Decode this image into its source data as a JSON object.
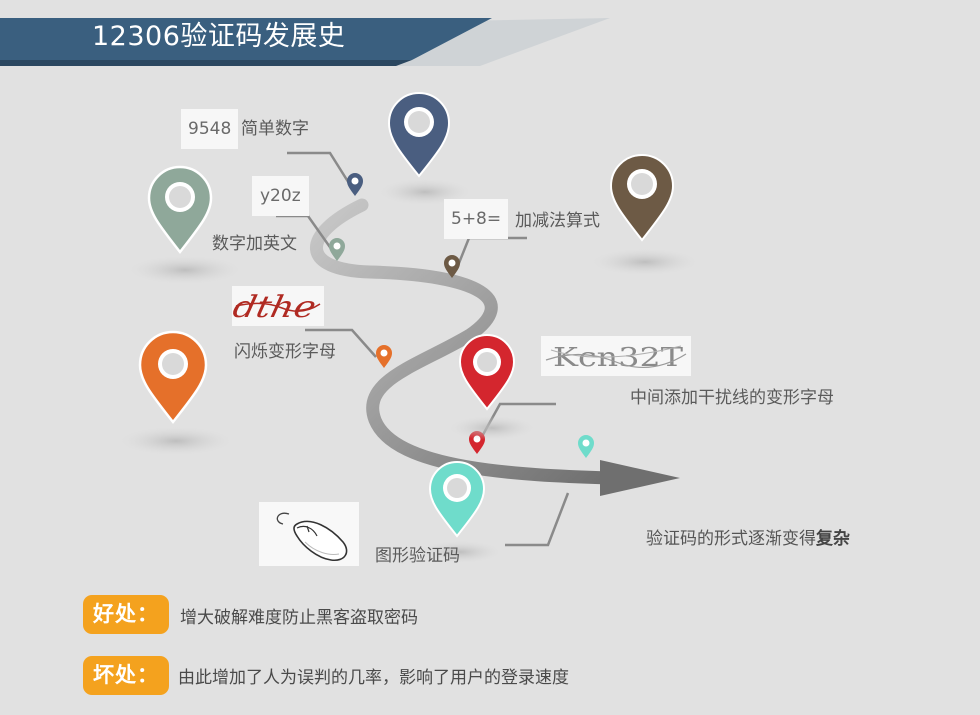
{
  "title": "12306验证码发展史",
  "steps": [
    {
      "sample": "9548",
      "label": "简单数字"
    },
    {
      "sample": "y20z",
      "label": "数字加英文"
    },
    {
      "sample": "5+8=",
      "label": "加减法算式"
    },
    {
      "sample": "dthe",
      "label": "闪烁变形字母"
    },
    {
      "sample": "Kcn32T",
      "label": "中间添加干扰线的变形字母"
    },
    {
      "sample": "mouse-icon",
      "label": "图形验证码"
    }
  ],
  "summary": {
    "prefix": "验证码的形式逐渐变得",
    "emphasis": "复杂"
  },
  "pros": {
    "badge": "好处：",
    "text": "增大破解难度防止黑客盗取密码"
  },
  "cons": {
    "badge": "坏处：",
    "text": "由此增加了人为误判的几率，影响了用户的登录速度"
  },
  "colors": {
    "banner": "#3a5f7f",
    "arrow": "#777777",
    "pin_blue": "#4a5e80",
    "pin_green": "#8fa89a",
    "pin_brown": "#6d5a45",
    "pin_orange": "#e5702a",
    "pin_red": "#d4262e",
    "pin_teal": "#6fdccb",
    "badge": "#f4a21e"
  }
}
